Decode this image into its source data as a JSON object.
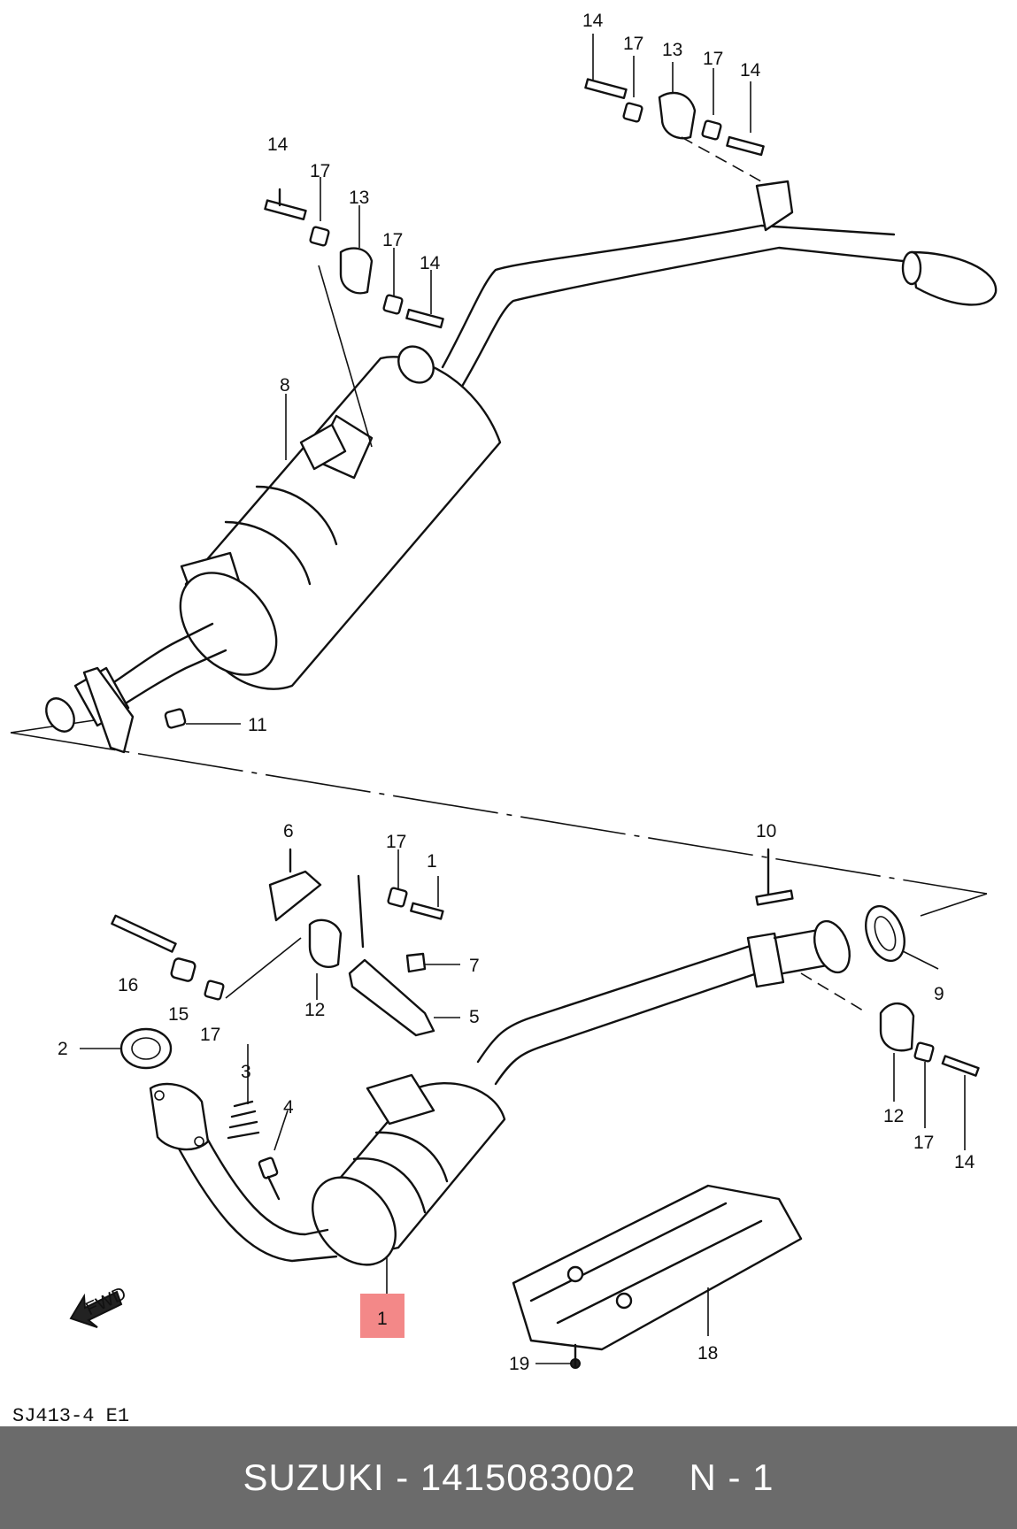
{
  "diagram_code": "SJ413-4  E1",
  "fwd_label": "FWD",
  "callouts": [
    "14",
    "17",
    "13",
    "17",
    "14",
    "14",
    "17",
    "13",
    "17",
    "14",
    "8",
    "11",
    "6",
    "17",
    "1",
    "10",
    "16",
    "15",
    "17",
    "12",
    "7",
    "5",
    "9",
    "2",
    "3",
    "4",
    "12",
    "17",
    "14",
    "1",
    "19",
    "18"
  ],
  "highlight_color": "#f06a6a",
  "footer": {
    "brand": "SUZUKI",
    "part_number": "1415083002",
    "separator": "-",
    "qty": "N - 1"
  }
}
